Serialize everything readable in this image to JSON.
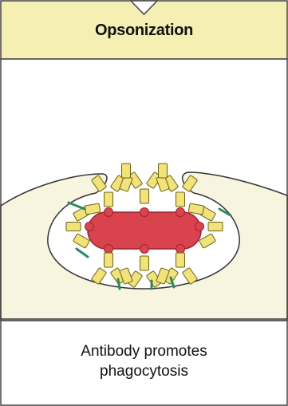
{
  "title": "Opsonization",
  "caption": {
    "line1": "Antibody promotes",
    "line2": "phagocytosis"
  },
  "colors": {
    "header_fill": "#f5efb4",
    "cell_fill": "#f7f5df",
    "bacterium": "#d9434e",
    "bacterium_outline": "#9c2330",
    "antibody": "#f1e27a",
    "antibody_outline": "#6b6219",
    "receptor": "#2f8a5a",
    "border": "#444444"
  },
  "icons": {
    "bacterium": "rod-bacterium-icon",
    "antibody": "y-antibody-icon",
    "receptor": "fc-receptor-icon",
    "phagocyte": "phagocyte-cell-icon"
  }
}
